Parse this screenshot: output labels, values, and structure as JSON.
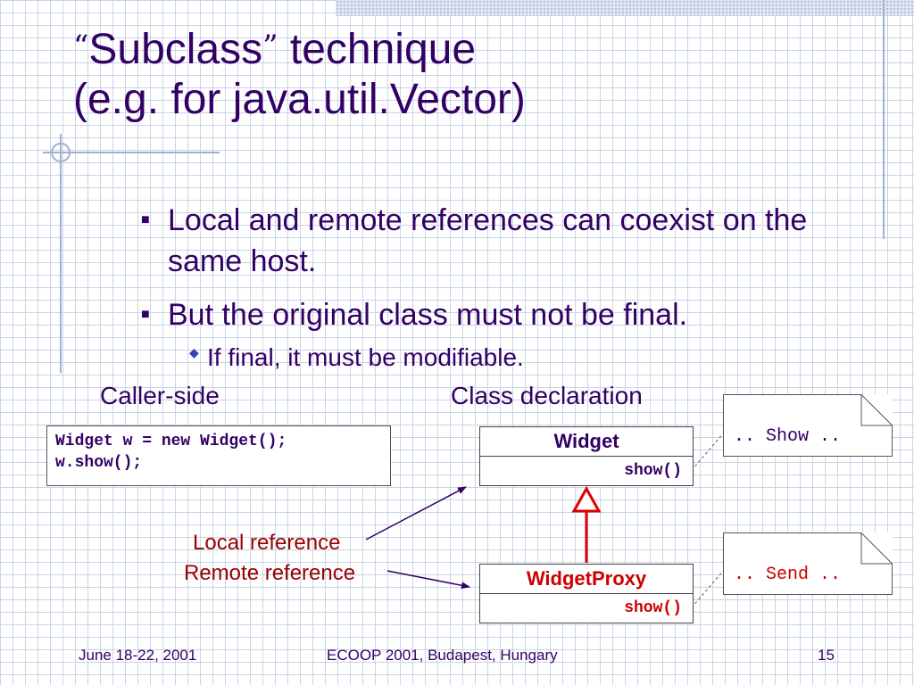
{
  "title": {
    "open_quote": "“",
    "word": "Subclass",
    "close_quote": "”",
    "rest": " technique",
    "line2": "(e.g. for java.util.Vector)"
  },
  "bullets": [
    "Local and remote references can coexist on the same host.",
    "But the original class must not be final."
  ],
  "sub_bullet": "If final, it must be modifiable.",
  "labels": {
    "caller_side": "Caller-side",
    "class_declaration": "Class declaration",
    "local_reference": "Local reference",
    "remote_reference": "Remote reference"
  },
  "code": {
    "line1": "Widget w = new Widget();",
    "line2": "w.show();"
  },
  "classes": {
    "widget": {
      "name": "Widget",
      "method": "show()"
    },
    "proxy": {
      "name": "WidgetProxy",
      "method": "show()"
    }
  },
  "notes": {
    "widget": ".. Show ..",
    "proxy": ".. Send .."
  },
  "footer": {
    "date": "June 18-22, 2001",
    "event": "ECOOP 2001, Budapest, Hungary",
    "page": "15"
  },
  "colors": {
    "text": "#330066",
    "accent_red": "#cc0000",
    "grid": "#c9d4e6"
  }
}
